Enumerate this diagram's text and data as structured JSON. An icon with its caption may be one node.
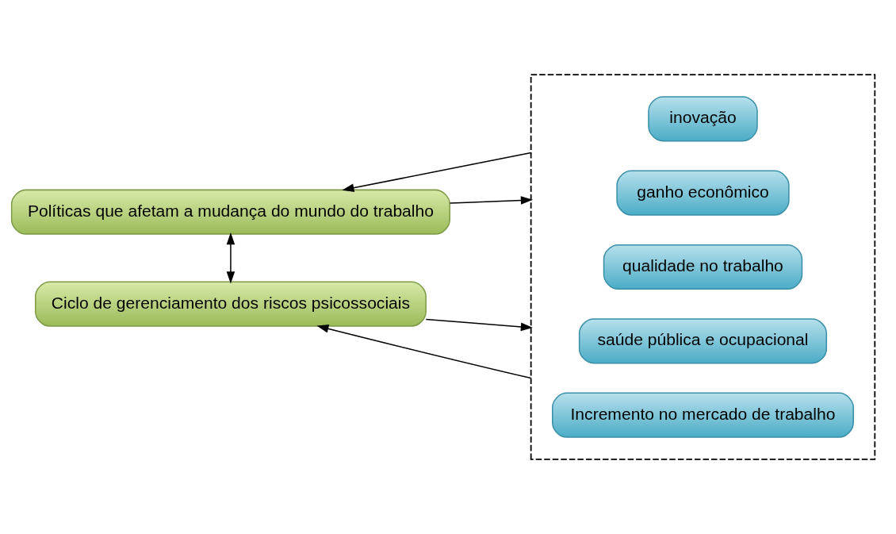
{
  "diagram": {
    "nodes": [
      {
        "text": [],
        "shape": "box"
      },
      {
        "text": [
          "Políticas que afetam a mudança do mundo do trabalho"
        ]
      },
      {
        "text": [
          "Ciclo de gerenciamento dos riscos psicossociais"
        ]
      },
      {
        "text": [
          "inovação"
        ],
        "in": 0
      },
      {
        "text": [
          "ganho econômico"
        ],
        "in": 0
      },
      {
        "text": [
          "qualidade no trabalho"
        ],
        "in": 0
      },
      {
        "text": [
          "saúde pública e ocupacional"
        ],
        "in": 0
      },
      {
        "text": [
          "Incremento no mercado de trabalho"
        ],
        "in": 0
      }
    ],
    "edges": [
      {
        "from": 0,
        "to": 1,
        "arrow": "to"
      },
      {
        "from": 1,
        "to": 0,
        "arrow": "to"
      },
      {
        "from": 1,
        "to": 2,
        "arrow": "both"
      },
      {
        "from": 0,
        "to": 2,
        "arrow": "to"
      },
      {
        "from": 2,
        "to": 0,
        "arrow": "to"
      }
    ]
  }
}
